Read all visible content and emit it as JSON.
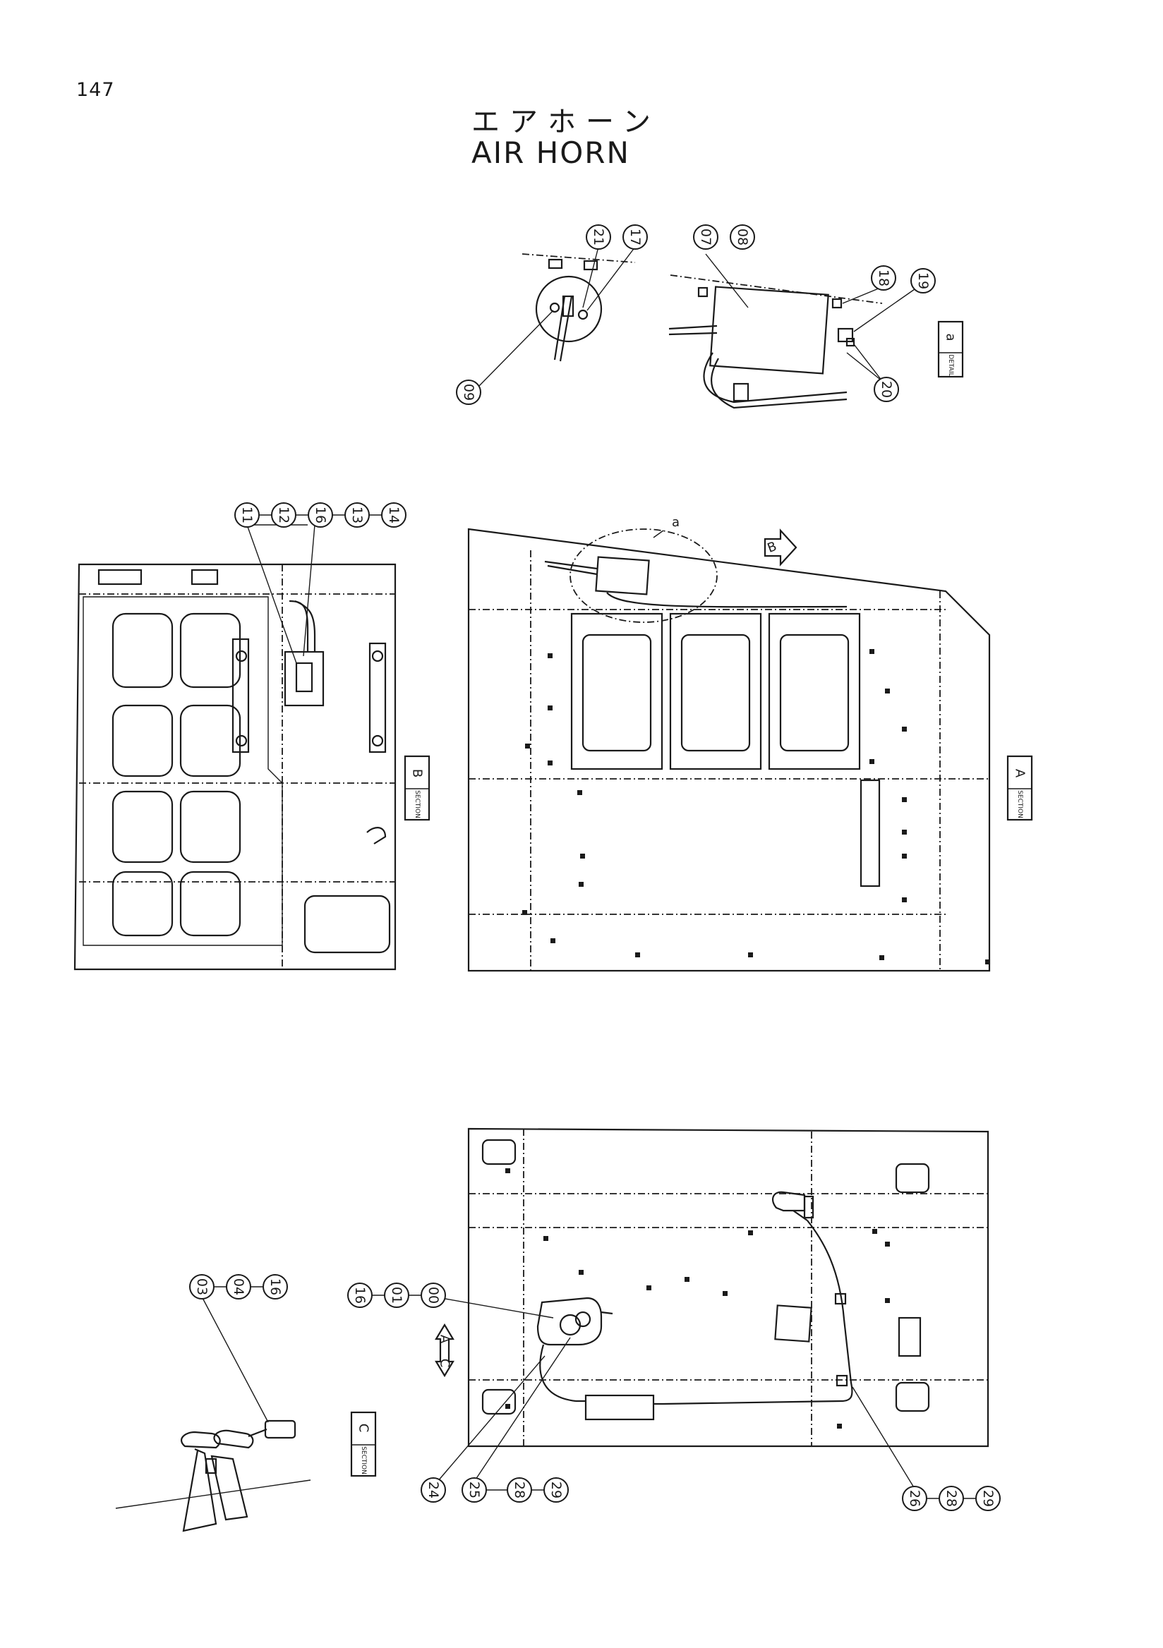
{
  "page_number": "147",
  "title_ja": "エアホーン",
  "title_en": "AIR HORN",
  "detail_a": {
    "callouts": [
      "21",
      "17",
      "09",
      "07",
      "08",
      "18",
      "19",
      "20"
    ],
    "tag": {
      "label": "DETAIL",
      "letter": "a"
    }
  },
  "section_b": {
    "callouts": [
      "11",
      "12",
      "16",
      "13",
      "14"
    ],
    "tag": {
      "label": "SECTION",
      "letter": "B"
    }
  },
  "section_a": {
    "callouts": [],
    "detail_ref": "a",
    "view_arrow": "B",
    "tag": {
      "label": "SECTION",
      "letter": "A"
    }
  },
  "section_c": {
    "callouts": [
      "03",
      "04",
      "16",
      "16",
      "01",
      "00",
      "24",
      "25",
      "28",
      "29",
      "26",
      "28",
      "29"
    ],
    "view_arrow": "A",
    "view_arrow_right": "C",
    "tag": {
      "label": "SECTION",
      "letter": "C"
    }
  }
}
